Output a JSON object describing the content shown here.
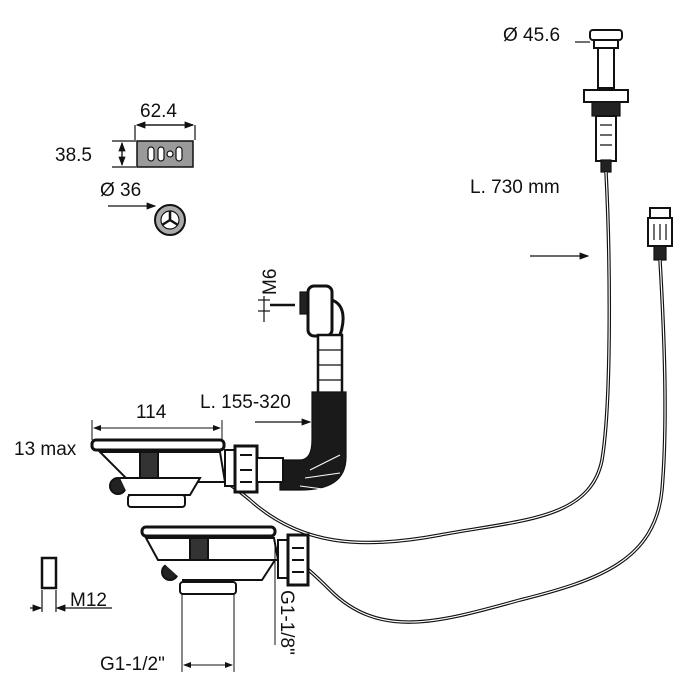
{
  "labels": {
    "knob_diameter": "Ø 45.6",
    "plate_width": "62.4",
    "plate_height": "38.5",
    "cap_diameter": "Ø 36",
    "cable_length": "L. 730 mm",
    "overflow_screw": "M6",
    "hose_length": "L. 155-320",
    "strainer_width": "114",
    "sink_thickness": "13 max",
    "bolt_thread": "M12",
    "outlet_thread": "G1-1/2\"",
    "side_thread": "G1-1/8\""
  },
  "colors": {
    "line": "#111111",
    "plate": "#9a9a9a"
  }
}
